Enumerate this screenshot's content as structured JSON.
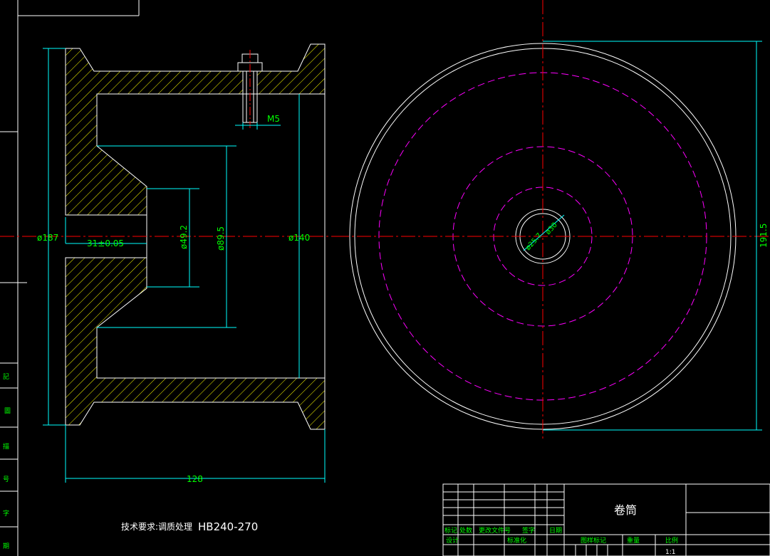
{
  "drawing": {
    "section_view": {
      "dimensions": {
        "flange_diameter": "ø187",
        "hub_length": "31±0.05",
        "bore_diameter": "ø49.2",
        "hub_diameter": "ø89.5",
        "drum_inner_diameter": "ø140",
        "overall_length": "128",
        "bolt_thread": "M5"
      }
    },
    "end_view": {
      "dimensions": {
        "outer_height": "191.5",
        "center_hole": "ø25.7",
        "center_hole_label2": "ø30"
      }
    },
    "tech_requirement": {
      "label": "技术要求:调质处理",
      "value": "HB240-270"
    },
    "left_frame_labels": [
      "記",
      "圖",
      "描",
      "号",
      "字",
      "期"
    ],
    "title_block": {
      "part_name": "卷筒",
      "revision_headers": [
        "标记",
        "处数",
        "更改文件号",
        "签字",
        "日期"
      ],
      "design_row": [
        "设计",
        "标准化"
      ],
      "stage_headers": [
        "图样标记",
        "重量",
        "比例"
      ],
      "scale": "1:1"
    }
  },
  "colors": {
    "background": "#000000",
    "outline": "#ffffff",
    "centerline": "#ff0000",
    "hatch": "#ffff00",
    "dimension_line": "#00ffff",
    "dimension_text": "#00ff00",
    "hidden_circle": "#ff00ff"
  }
}
